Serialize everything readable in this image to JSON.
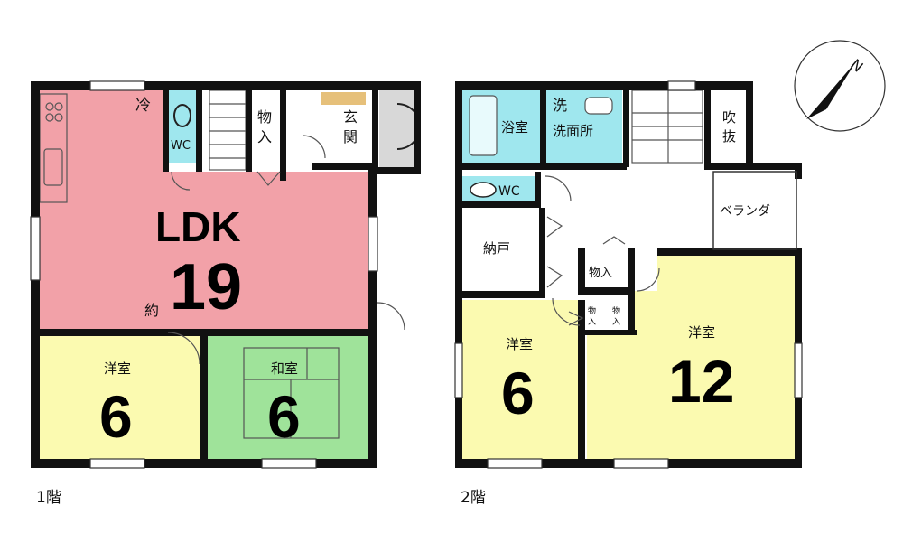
{
  "floor1": {
    "caption": "1階",
    "rooms": {
      "ldk": {
        "name": "LDK",
        "approx": "約",
        "size": "19",
        "color": "#f2a1a8"
      },
      "western": {
        "name": "洋室",
        "size": "6",
        "color": "#fbfab0"
      },
      "japanese": {
        "name": "和室",
        "size": "6",
        "color": "#9fe39a"
      },
      "wc": {
        "name": "WC",
        "color": "#9fe7ee"
      },
      "storage": {
        "name": "物入"
      },
      "entrance": {
        "name": "玄関"
      },
      "fridge": {
        "name": "冷"
      }
    }
  },
  "floor2": {
    "caption": "2階",
    "rooms": {
      "bath": {
        "name": "浴室",
        "color": "#9fe7ee"
      },
      "washroom": {
        "name": "洗面所",
        "washer": "洗"
      },
      "wc": {
        "name": "WC"
      },
      "atrium": {
        "name": "吹抜"
      },
      "veranda": {
        "name": "ベランダ"
      },
      "closet": {
        "name": "納戸"
      },
      "storage": {
        "name": "物入"
      },
      "small_storage_a": {
        "name": "物入"
      },
      "small_storage_b": {
        "name": "物入"
      },
      "western_small": {
        "name": "洋室",
        "size": "6",
        "color": "#fbfab0"
      },
      "western_large": {
        "name": "洋室",
        "size": "12",
        "color": "#fbfab0"
      }
    }
  },
  "compass": {
    "north": "N",
    "icon": "compass-arrow-icon"
  }
}
